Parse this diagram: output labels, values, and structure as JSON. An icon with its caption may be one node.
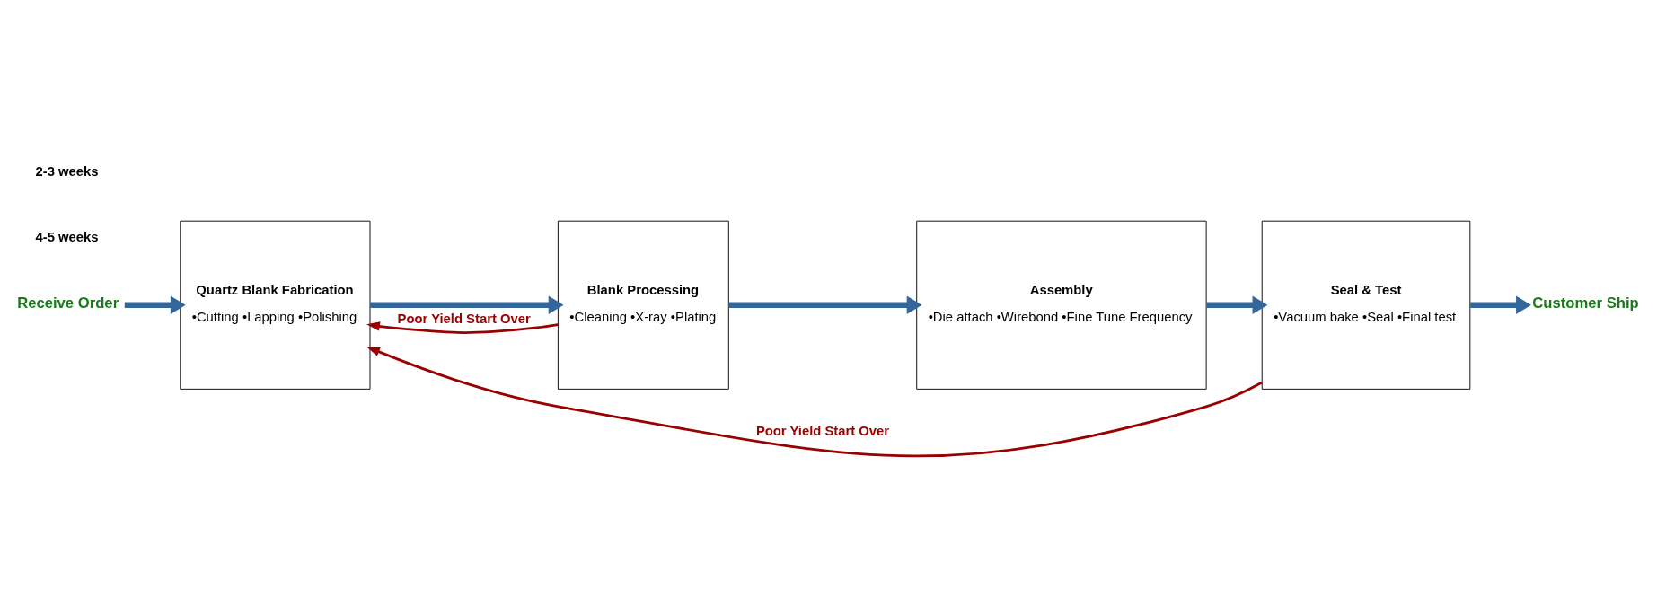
{
  "diagram": {
    "nodes": [
      {
        "text": [
          "Receive Order"
        ]
      },
      {
        "text": [
          "Quartz Blank Fabrication",
          "•Cutting •Lapping •Polishing"
        ]
      },
      {
        "text": [
          "Blank Processing",
          "•Cleaning •X-ray •Plating"
        ]
      },
      {
        "text": [
          "Assembly",
          "•Die attach •Wirebond •Fine Tune Frequency"
        ]
      },
      {
        "text": [
          "Seal & Test",
          "•Vacuum bake •Seal •Final test"
        ]
      },
      {
        "text": [
          "Customer Ship"
        ]
      }
    ],
    "edges": [
      {
        "from": 0,
        "to": 1,
        "arrow": "to"
      },
      {
        "from": 1,
        "to": 2,
        "arrow": "to"
      },
      {
        "from": 2,
        "to": 3,
        "arrow": "to"
      },
      {
        "from": 3,
        "to": 4,
        "arrow": "to"
      },
      {
        "from": 4,
        "to": 5,
        "arrow": "to"
      },
      {
        "from": 2,
        "to": 1,
        "arrow": "to",
        "label": "Poor Yield Start Over",
        "color": "#990000"
      },
      {
        "from": 4,
        "to": 1,
        "arrow": "to",
        "label": "Poor Yield Start Over",
        "color": "#990000"
      }
    ],
    "labels": [
      "4-5 weeks",
      "2-3 weeks"
    ]
  }
}
